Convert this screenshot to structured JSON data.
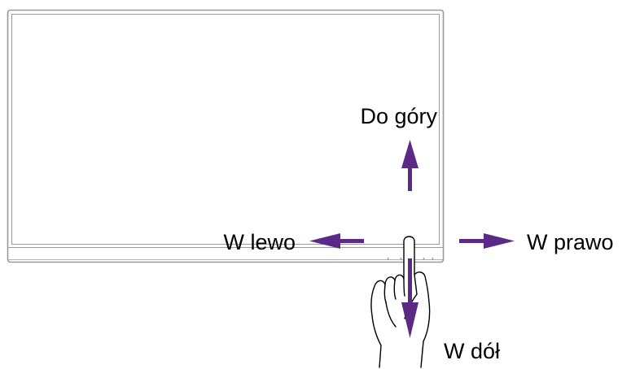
{
  "labels": {
    "up": "Do góry",
    "left": "W lewo",
    "right": "W prawo",
    "down": "W dół"
  },
  "colors": {
    "arrow": "#5b2a86",
    "monitor_stroke": "#9a9a9a",
    "text": "#000000"
  },
  "icons": {
    "hand": "pointing-hand-icon",
    "monitor": "monitor-icon"
  }
}
